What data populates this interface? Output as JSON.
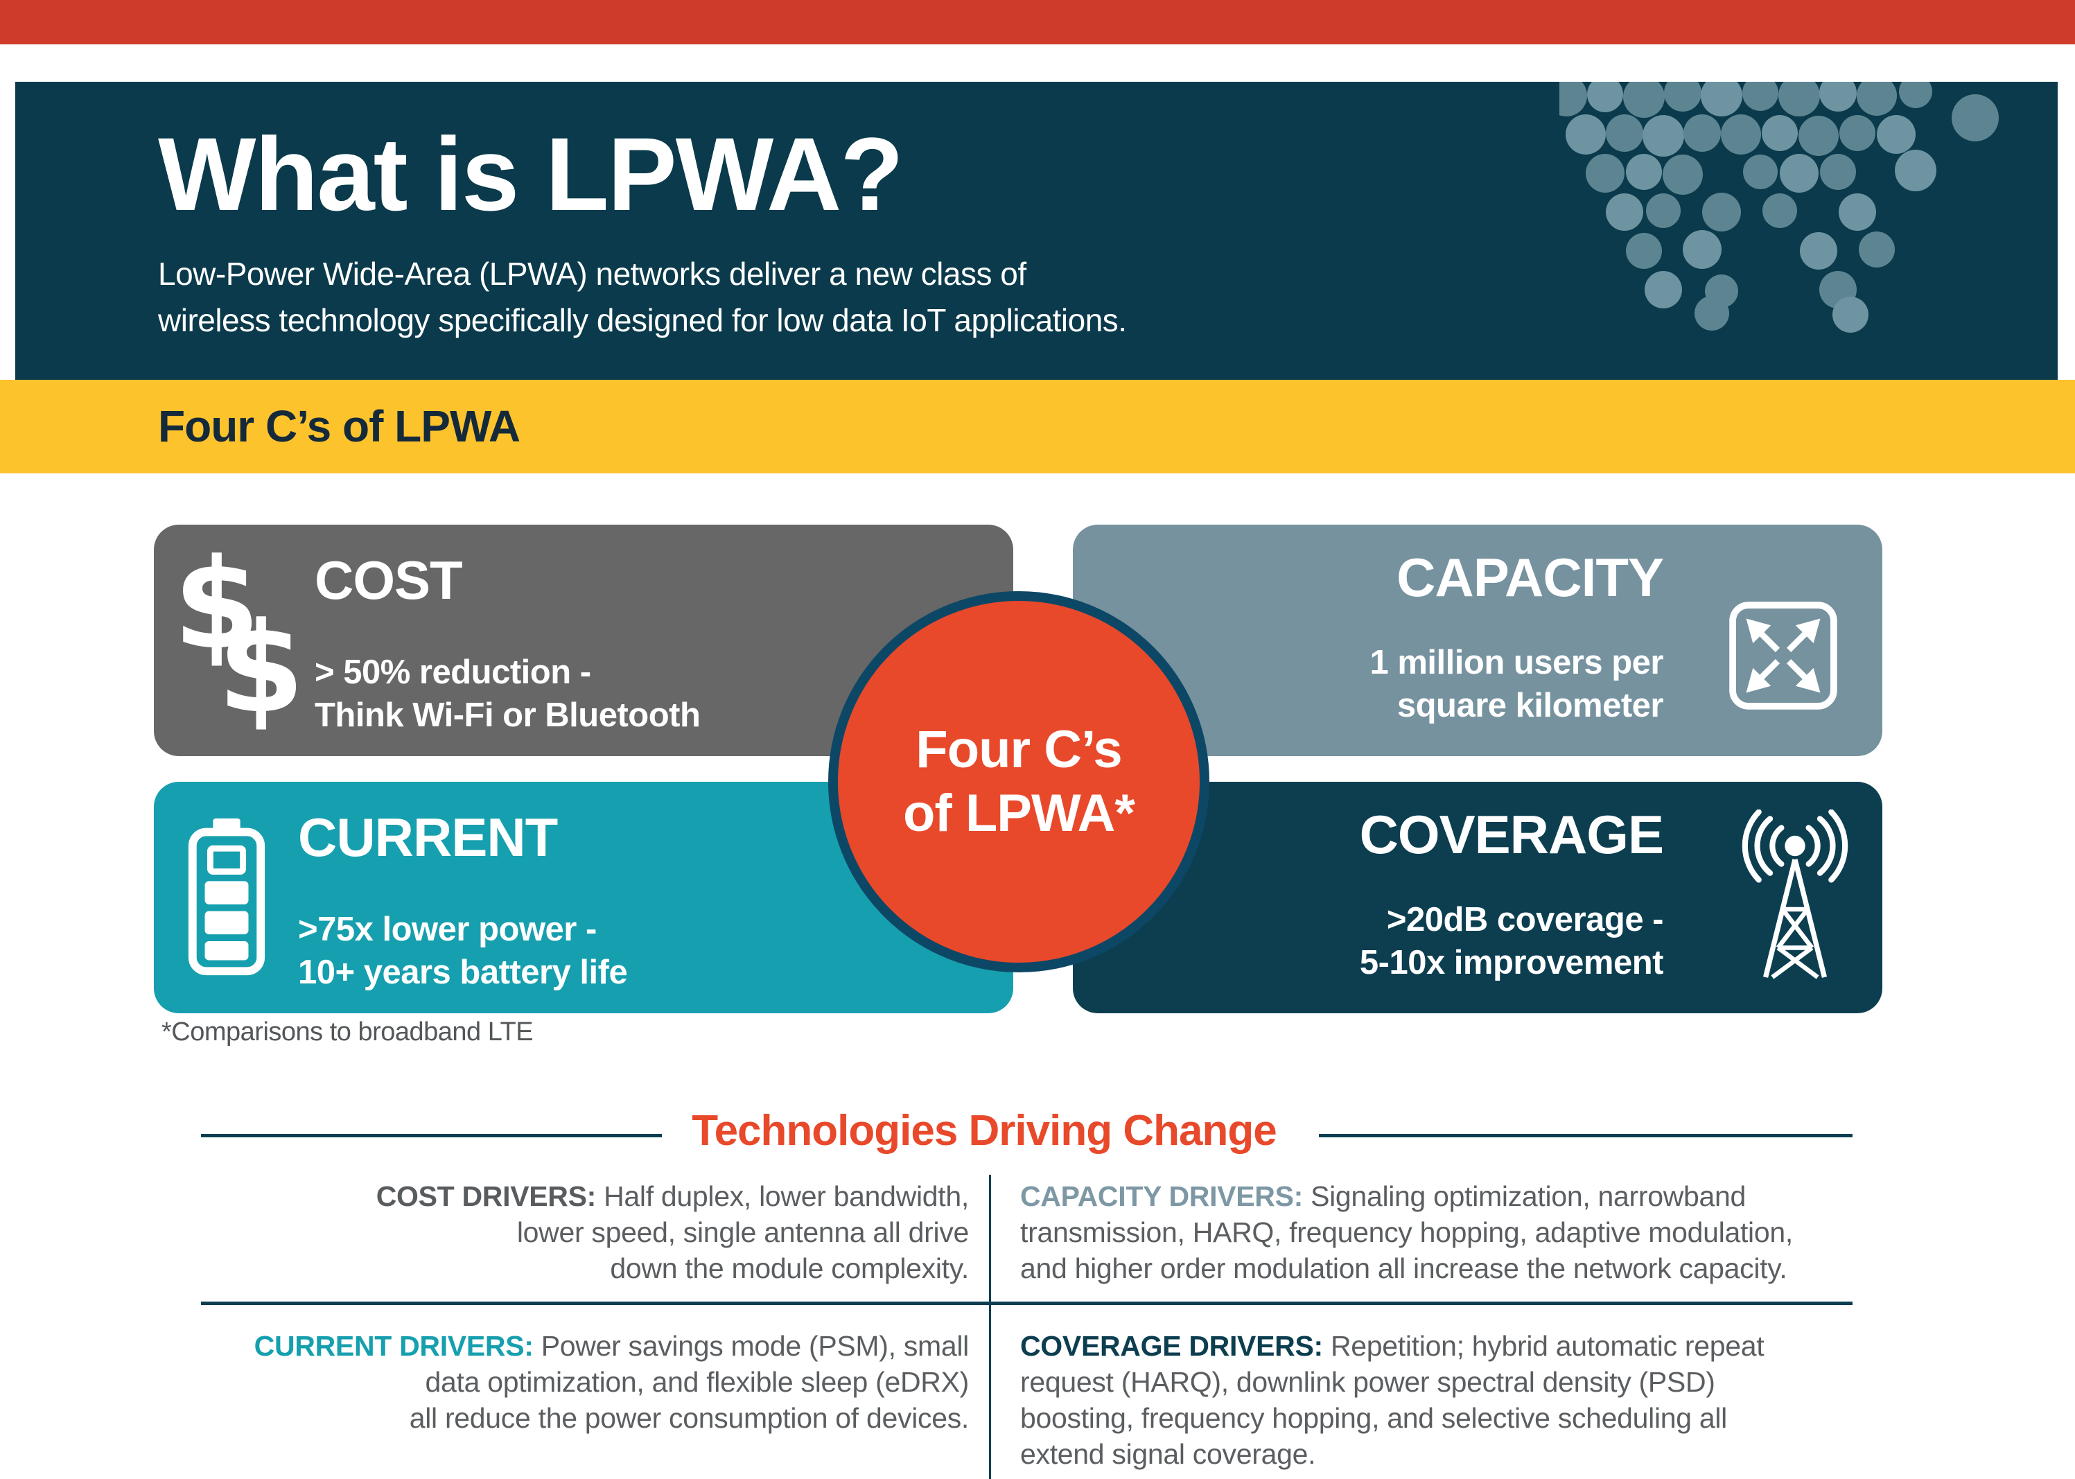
{
  "colors": {
    "top_bar": "#cf3b2a",
    "header_bg": "#0a3a4b",
    "band_bg": "#fdc32d",
    "band_text": "#14293a",
    "cost_card": "#676767",
    "capacity_card": "#76929f",
    "current_card": "#169fae",
    "coverage_card": "#0c3e50",
    "badge_fill": "#e8492b",
    "badge_ring": "#0d4766",
    "accent_red": "#e8492b",
    "body_text": "#5b5e61"
  },
  "header": {
    "title": "What is LPWA?",
    "subtitle1": "Low-Power Wide-Area (LPWA) networks deliver a new class of",
    "subtitle2": "wireless technology specifically designed for low data IoT applications."
  },
  "band": {
    "label": "Four C’s of LPWA"
  },
  "cards": {
    "cost": {
      "title": "COST",
      "line1": "> 50% reduction -",
      "line2": "Think Wi-Fi or Bluetooth",
      "icon": "dollar-signs-icon"
    },
    "capacity": {
      "title": "CAPACITY",
      "line1": "1 million users per",
      "line2": "square kilometer",
      "icon": "expand-arrows-icon"
    },
    "current": {
      "title": "CURRENT",
      "line1": ">75x lower power -",
      "line2": "10+ years battery life",
      "icon": "battery-icon"
    },
    "coverage": {
      "title": "COVERAGE",
      "line1": ">20dB coverage -",
      "line2": "5-10x improvement",
      "icon": "radio-tower-icon"
    }
  },
  "badge": {
    "line1": "Four C’s",
    "line2": "of LPWA*"
  },
  "footnote": {
    "text": "*Comparisons to broadband LTE"
  },
  "tech": {
    "title": "Technologies Driving Change",
    "cost": {
      "label": "COST DRIVERS:",
      "line1": "Half duplex, lower bandwidth,",
      "line2": "lower speed, single antenna all drive",
      "line3": "down the module complexity."
    },
    "capacity": {
      "label": "CAPACITY DRIVERS:",
      "line1": "Signaling optimization, narrowband",
      "line2": "transmission, HARQ, frequency hopping, adaptive modulation,",
      "line3": "and higher order modulation all increase the network capacity."
    },
    "current": {
      "label": "CURRENT DRIVERS:",
      "line1": "Power savings mode (PSM), small",
      "line2": "data optimization, and flexible sleep (eDRX)",
      "line3": "all reduce the power consumption of devices."
    },
    "coverage": {
      "label": "COVERAGE DRIVERS:",
      "line1": "Repetition; hybrid automatic repeat",
      "line2": "request (HARQ), downlink power spectral density (PSD)",
      "line3": "boosting, frequency hopping, and selective scheduling all",
      "line4": "extend signal coverage."
    }
  },
  "icons": {
    "dollar_glyph": "$"
  }
}
